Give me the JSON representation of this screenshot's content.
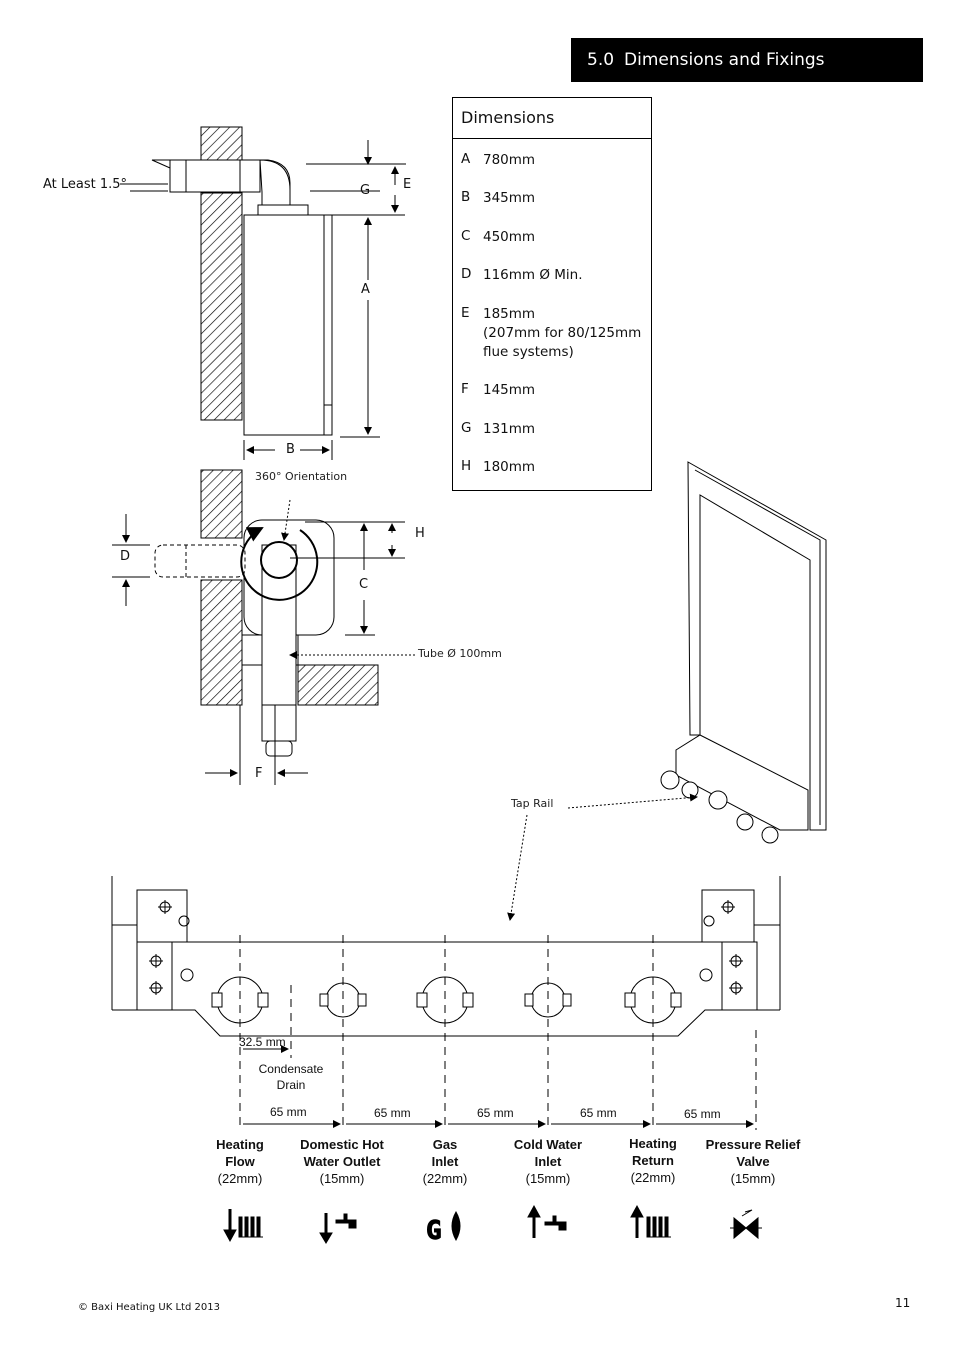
{
  "section": {
    "number": "5.0",
    "title": "Dimensions and Fixings"
  },
  "dimensions": {
    "title": "Dimensions",
    "rows": [
      {
        "key": "A",
        "value": "780mm"
      },
      {
        "key": "B",
        "value": "345mm"
      },
      {
        "key": "C",
        "value": "450mm"
      },
      {
        "key": "D",
        "value": "116mm Ø Min."
      },
      {
        "key": "E",
        "value": "185mm",
        "note1": "(207mm for 80/125mm",
        "note2": "flue systems)"
      },
      {
        "key": "F",
        "value": "145mm"
      },
      {
        "key": "G",
        "value": "131mm"
      },
      {
        "key": "H",
        "value": "180mm"
      }
    ]
  },
  "diagram_labels": {
    "angle": "At Least 1.5°",
    "orientation": "360° Orientation",
    "tube": "Tube Ø 100mm",
    "tap_rail": "Tap Rail",
    "letters": {
      "A": "A",
      "B": "B",
      "C": "C",
      "D": "D",
      "E": "E",
      "F": "F",
      "G": "G",
      "H": "H"
    }
  },
  "tap_rail": {
    "offset": "32.5 mm",
    "condensate": [
      "Condensate",
      "Drain"
    ],
    "spacings": [
      "65 mm",
      "65 mm",
      "65 mm",
      "65 mm",
      "65 mm"
    ],
    "connections": [
      {
        "name": [
          "Heating",
          "Flow"
        ],
        "size": "(22mm)"
      },
      {
        "name": [
          "Domestic Hot",
          "Water Outlet"
        ],
        "size": "(15mm)"
      },
      {
        "name": [
          "Gas",
          "Inlet"
        ],
        "size": "(22mm)"
      },
      {
        "name": [
          "Cold Water",
          "Inlet"
        ],
        "size": "(15mm)"
      },
      {
        "name": [
          "Heating",
          "Return"
        ],
        "size": "(22mm)"
      },
      {
        "name": [
          "Pressure Relief",
          "Valve"
        ],
        "size": "(15mm)"
      }
    ]
  },
  "footer": {
    "copyright": "© Baxi Heating UK Ltd 2013",
    "page": "11"
  }
}
